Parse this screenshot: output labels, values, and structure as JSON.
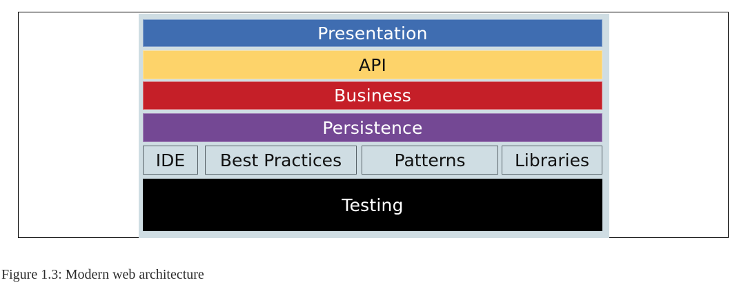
{
  "diagram": {
    "layers": [
      {
        "label": "Presentation",
        "bg": "#3f6db1",
        "fg": "#ffffff"
      },
      {
        "label": "API",
        "bg": "#fdd36a",
        "fg": "#111111"
      },
      {
        "label": "Business",
        "bg": "#c51f28",
        "fg": "#ffffff"
      },
      {
        "label": "Persistence",
        "bg": "#744894",
        "fg": "#ffffff"
      }
    ],
    "tools": [
      {
        "label": "IDE"
      },
      {
        "label": "Best Practices"
      },
      {
        "label": "Patterns"
      },
      {
        "label": "Libraries"
      }
    ],
    "tools_bg": "#cfdde3",
    "testing": {
      "label": "Testing",
      "bg": "#000000",
      "fg": "#ffffff"
    }
  },
  "caption": "Figure 1.3: Modern web architecture"
}
